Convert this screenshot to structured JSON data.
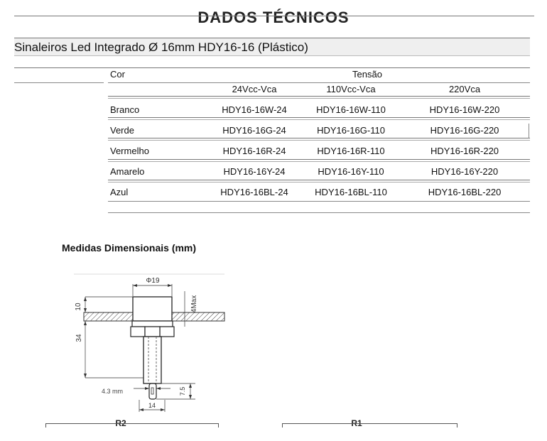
{
  "page": {
    "clipped_heading": "DADOS TÉCNICOS"
  },
  "product": {
    "title": "Sinaleiros Led Integrado Ø 16mm HDY16-16 (Plástico)"
  },
  "table": {
    "color_header": "Cor",
    "voltage_header": "Tensão",
    "voltage_columns": [
      "24Vcc-Vca",
      "110Vcc-Vca",
      "220Vca"
    ],
    "rows": [
      {
        "color": "Branco",
        "codes": [
          "HDY16-16W-24",
          "HDY16-16W-110",
          "HDY16-16W-220"
        ]
      },
      {
        "color": "Verde",
        "codes": [
          "HDY16-16G-24",
          "HDY16-16G-110",
          "HDY16-16G-220"
        ]
      },
      {
        "color": "Vermelho",
        "codes": [
          "HDY16-16R-24",
          "HDY16-16R-110",
          "HDY16-16R-220"
        ]
      },
      {
        "color": "Amarelo",
        "codes": [
          "HDY16-16Y-24",
          "HDY16-16Y-110",
          "HDY16-16Y-220"
        ]
      },
      {
        "color": "Azul",
        "codes": [
          "HDY16-16BL-24",
          "HDY16-16BL-110",
          "HDY16-16BL-220"
        ]
      }
    ]
  },
  "dimensions": {
    "title": "Medidas Dimensionais (mm)",
    "labels": {
      "diameter": "Φ19",
      "thickness_max": "4Max",
      "head_height": "10",
      "body_length": "34",
      "terminal_spacing": "4.3 mm",
      "terminal_length": "7.5",
      "body_width": "14"
    }
  },
  "footer": {
    "left_label": "R2",
    "right_label": "R1"
  }
}
